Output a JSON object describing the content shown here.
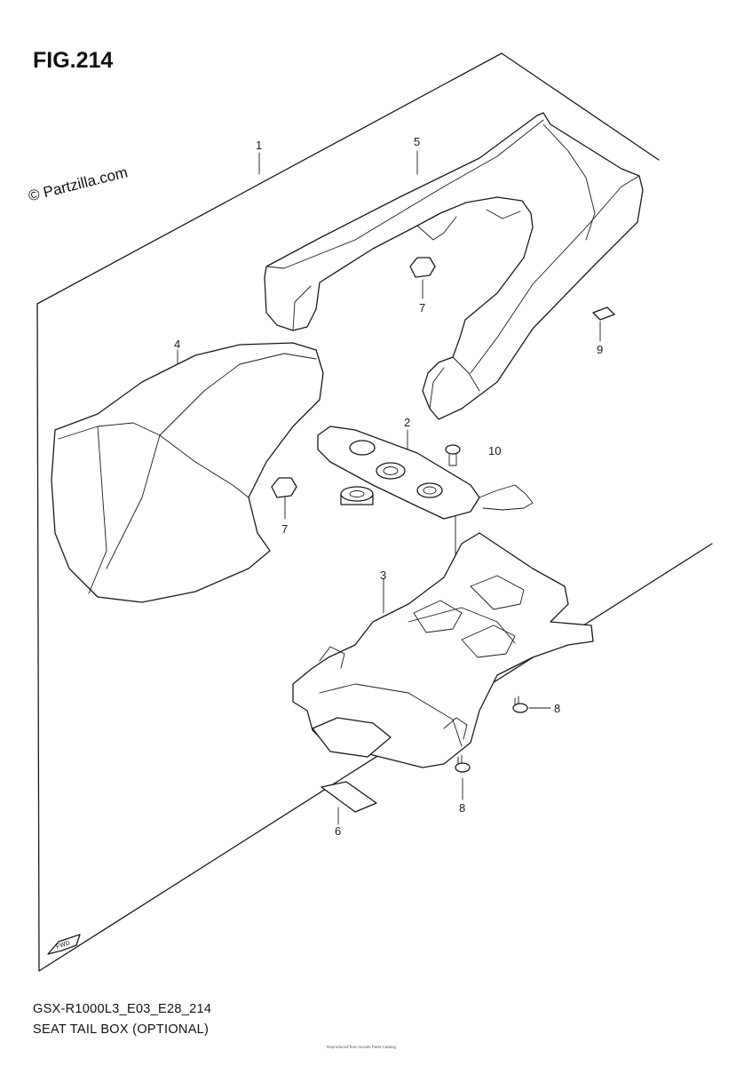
{
  "header": {
    "figure_label": "FIG.214"
  },
  "watermark": {
    "text": "© Partzilla.com"
  },
  "diagram": {
    "callouts": {
      "c1": "1",
      "c2": "2",
      "c3": "3",
      "c4": "4",
      "c5": "5",
      "c6": "6",
      "c7a": "7",
      "c7b": "7",
      "c8a": "8",
      "c8b": "8",
      "c9": "9",
      "c10": "10"
    },
    "fwd_arrow_label": "FWD"
  },
  "footer": {
    "model_code": "GSX-R1000L3_E03_E28_214",
    "section_title": "SEAT TAIL BOX (OPTIONAL)",
    "fine_print": "Reproduced from Suzuki Parts Catalog"
  }
}
